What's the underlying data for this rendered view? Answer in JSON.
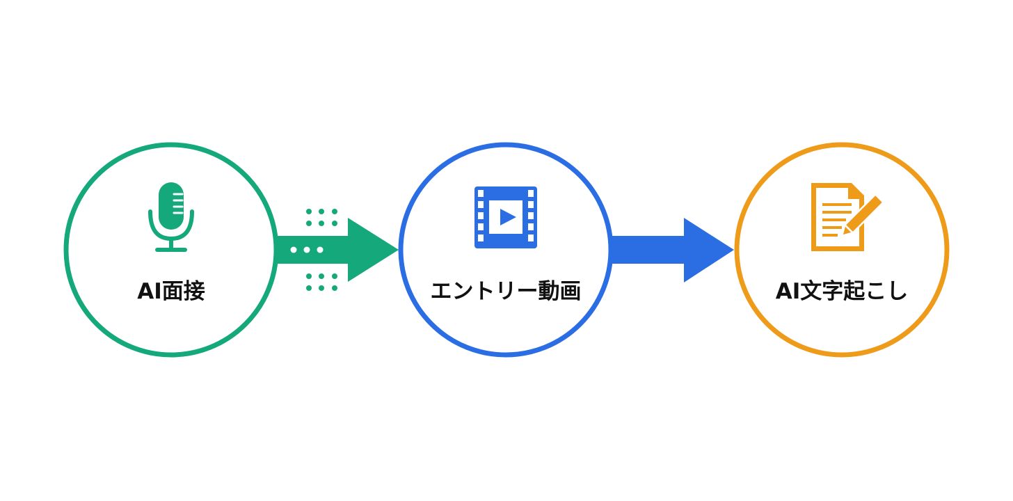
{
  "nodes": [
    {
      "label": "AI面接",
      "color": "#14A87A",
      "icon": "microphone-icon"
    },
    {
      "label": "エントリー動画",
      "color": "#2B6EE3",
      "icon": "film-play-icon"
    },
    {
      "label": "AI文字起こし",
      "color": "#EE9B1A",
      "icon": "document-pencil-icon"
    }
  ],
  "connectors": [
    {
      "from": "AI面接",
      "to": "エントリー動画",
      "color": "#14A87A",
      "style": "dotted-arrow"
    },
    {
      "from": "エントリー動画",
      "to": "AI文字起こし",
      "color": "#2B6EE3",
      "style": "solid-arrow"
    }
  ]
}
